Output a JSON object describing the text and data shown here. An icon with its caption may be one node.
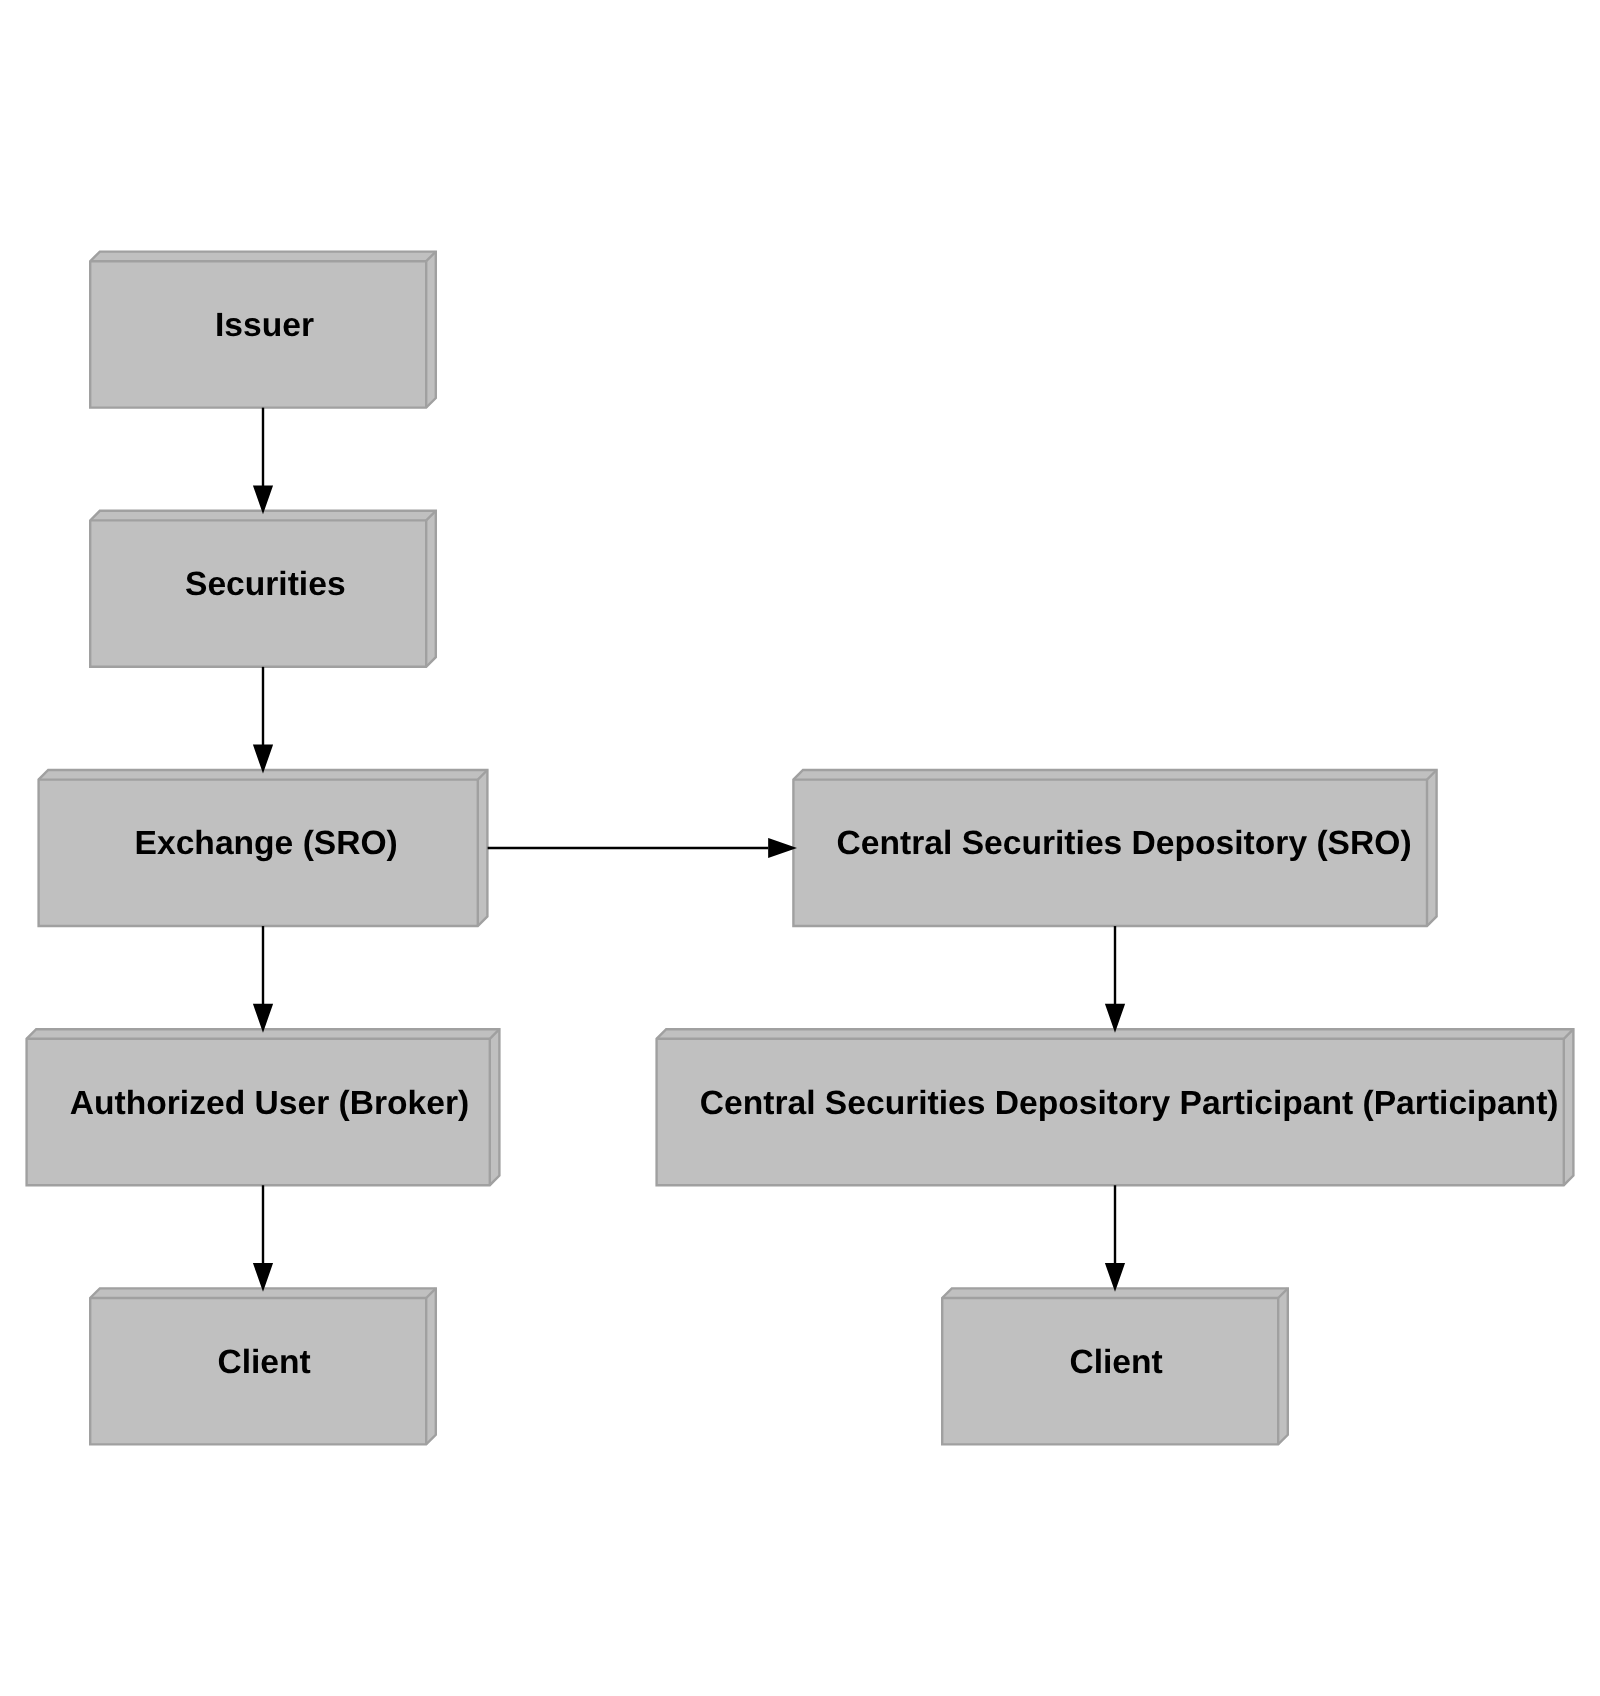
{
  "diagram": {
    "nodes": [
      {
        "text": [
          "Issuer"
        ]
      },
      {
        "text": [
          "Securities"
        ]
      },
      {
        "text": [
          "Central Securities Depository (SRO)"
        ]
      },
      {
        "text": [
          "Exchange (SRO)"
        ]
      },
      {
        "text": [
          "Central Securities Depository Participant (Participant)"
        ]
      },
      {
        "text": [
          "Authorized User (Broker)"
        ]
      },
      {
        "text": [
          "Client"
        ]
      },
      {
        "text": [
          "Client"
        ]
      }
    ],
    "edges": [
      {
        "from": 0,
        "to": 1,
        "arrow": "to"
      },
      {
        "from": 1,
        "to": 3,
        "arrow": "to"
      },
      {
        "from": 3,
        "to": 2,
        "arrow": "to"
      },
      {
        "from": 2,
        "to": 4,
        "arrow": "to"
      },
      {
        "from": 3,
        "to": 5,
        "arrow": "to"
      },
      {
        "from": 4,
        "to": 7,
        "arrow": "to"
      },
      {
        "from": 5,
        "to": 6,
        "arrow": "to"
      }
    ]
  }
}
